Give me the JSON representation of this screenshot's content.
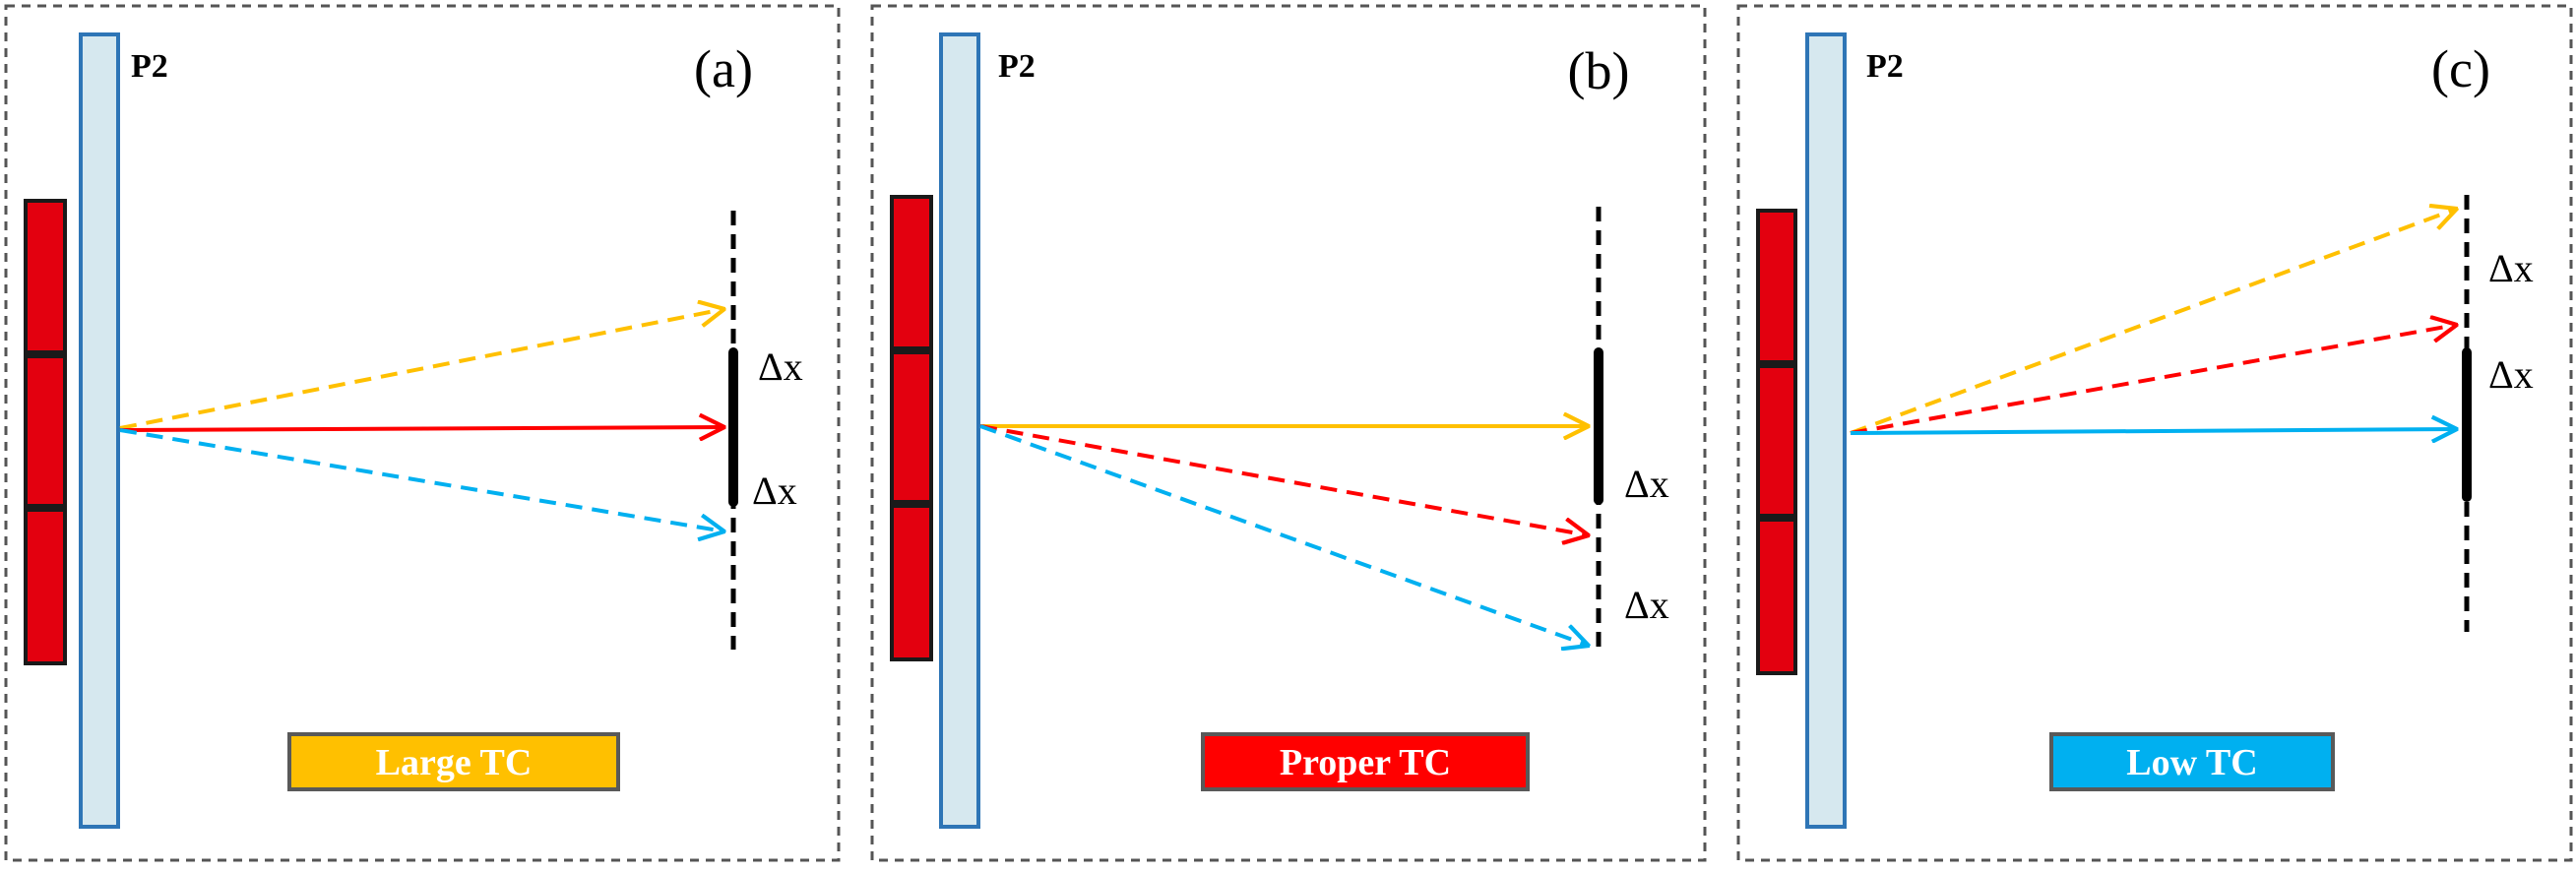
{
  "colors": {
    "plate_fill": "#d6e8ef",
    "plate_stroke": "#2e75b6",
    "element_fill": "#e3000f",
    "element_stroke": "#1a1a1a",
    "frame_stroke": "#555555",
    "large": "#ffc000",
    "proper": "#ff0000",
    "low": "#00b0f0",
    "badge_stroke": "#595959",
    "badge_text": "#ffffff",
    "screen": "#000000"
  },
  "panels": [
    {
      "letter": "(a)",
      "plate_label": "P2",
      "badge": {
        "text": "Large TC",
        "color_key": "large"
      },
      "delta_labels": [
        "Δx",
        "Δx"
      ]
    },
    {
      "letter": "(b)",
      "plate_label": "P2",
      "badge": {
        "text": "Proper TC",
        "color_key": "proper"
      },
      "delta_labels": [
        "Δx",
        "Δx"
      ]
    },
    {
      "letter": "(c)",
      "plate_label": "P2",
      "badge": {
        "text": "Low TC",
        "color_key": "low"
      },
      "delta_labels": [
        "Δx",
        "Δx"
      ]
    }
  ]
}
